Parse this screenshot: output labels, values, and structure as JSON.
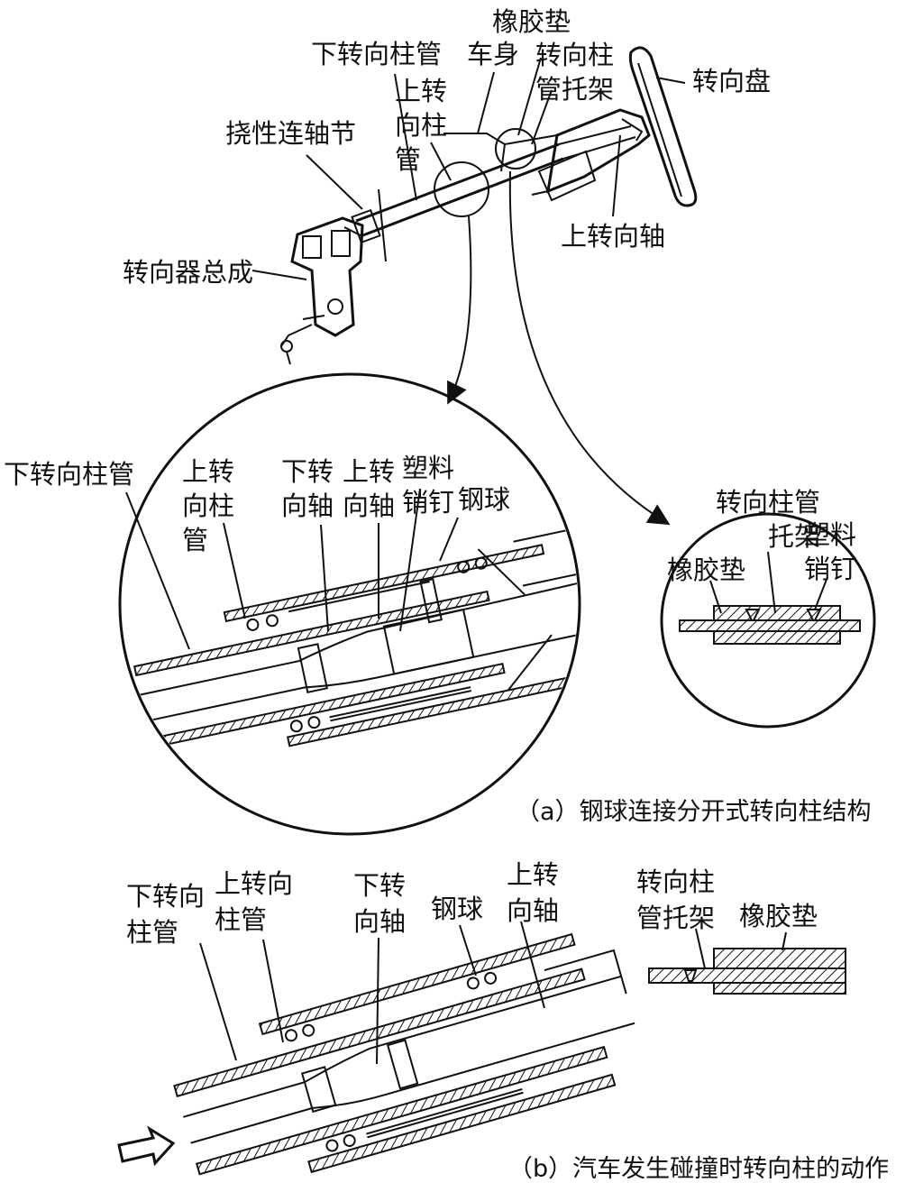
{
  "part_a": {
    "overview_labels": {
      "rubber_pad": "橡胶垫",
      "lower_column_tube": "下转向柱管",
      "body": "车身",
      "column_bracket": "转向柱管托架",
      "steering_wheel": "转向盘",
      "upper_column_tube": "上转向柱管",
      "flex_coupling": "挠性连轴节",
      "upper_shaft": "上转向轴",
      "gear_assembly": "转向器总成"
    },
    "detail_labels": {
      "lower_column_tube": "下转向柱管",
      "upper_column_tube": "上转向柱管",
      "lower_shaft": "下转向轴",
      "upper_shaft": "上转向轴",
      "plastic_pin": "塑料销钉",
      "steel_ball": "钢球"
    },
    "bracket_detail_labels": {
      "bracket": "转向柱管托架",
      "rubber_pad": "橡胶垫",
      "plastic_pin": "塑料销钉"
    },
    "caption": "（a）钢球连接分开式转向柱结构"
  },
  "part_b": {
    "labels": {
      "lower_column_tube": "下转向柱管",
      "upper_column_tube": "上转向柱管",
      "lower_shaft": "下转向轴",
      "steel_ball": "钢球",
      "upper_shaft": "上转向轴",
      "bracket": "转向柱管托架",
      "rubber_pad": "橡胶垫"
    },
    "caption": "（b）汽车发生碰撞时转向柱的动作"
  },
  "colors": {
    "ink": "#111111",
    "background": "#ffffff"
  }
}
